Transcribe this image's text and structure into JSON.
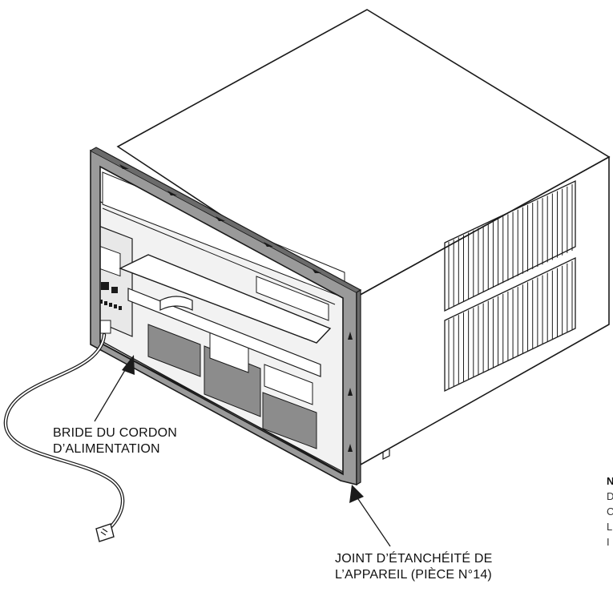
{
  "labels": {
    "power_cord_clamp": [
      "BRIDE DU CORDON",
      "D’ALIMENTATION"
    ],
    "unit_gasket": [
      "JOINT D’ÉTANCHÉITÉ DE",
      "L’APPAREIL (PIÈCE N°14)"
    ]
  },
  "cut_off_text": [
    "N",
    "D",
    "C",
    "L",
    "I"
  ],
  "colors": {
    "line": "#1a1a1a",
    "frame": "#9a9a9a",
    "frame_dark": "#6b6b6b",
    "panel": "#d9d9d9",
    "filter": "#8c8c8c"
  }
}
